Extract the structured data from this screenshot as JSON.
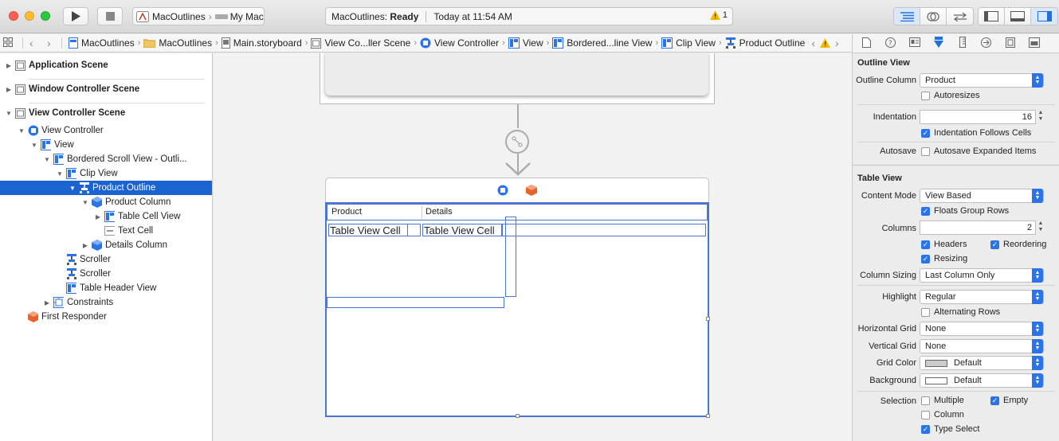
{
  "toolbar": {
    "scheme_app": "MacOutlines",
    "scheme_dest": "My Mac",
    "activity_app": "MacOutlines:",
    "activity_status": "Ready",
    "activity_time": "Today at 11:54 AM",
    "warning_count": "1"
  },
  "jumpbar": {
    "items": [
      "MacOutlines",
      "MacOutlines",
      "Main.storyboard",
      "View Co...ller Scene",
      "View Controller",
      "View",
      "Bordered...line View",
      "Clip View",
      "Product Outline"
    ]
  },
  "outline": {
    "rows": [
      {
        "label": "Application Scene"
      },
      {
        "label": "Window Controller Scene"
      },
      {
        "label": "View Controller Scene"
      },
      {
        "label": "View Controller"
      },
      {
        "label": "View"
      },
      {
        "label": "Bordered Scroll View - Outli..."
      },
      {
        "label": "Clip View"
      },
      {
        "label": "Product Outline"
      },
      {
        "label": "Product Column"
      },
      {
        "label": "Table Cell View"
      },
      {
        "label": "Text Cell"
      },
      {
        "label": "Details Column"
      },
      {
        "label": "Scroller"
      },
      {
        "label": "Scroller"
      },
      {
        "label": "Table Header View"
      },
      {
        "label": "Constraints"
      },
      {
        "label": "First Responder"
      }
    ]
  },
  "canvas": {
    "header_product": "Product",
    "header_details": "Details",
    "cell1": "Table View Cell",
    "cell2": "Table View Cell"
  },
  "inspector": {
    "outline_view_title": "Outline View",
    "outline_column_label": "Outline Column",
    "outline_column_value": "Product",
    "autoresizes": "Autoresizes",
    "indentation_label": "Indentation",
    "indentation_value": "16",
    "indent_follows": "Indentation Follows Cells",
    "autosave_label": "Autosave",
    "autosave_expanded": "Autosave Expanded Items",
    "table_view_title": "Table View",
    "content_mode_label": "Content Mode",
    "content_mode_value": "View Based",
    "floats_group_rows": "Floats Group Rows",
    "columns_label": "Columns",
    "columns_value": "2",
    "headers": "Headers",
    "reordering": "Reordering",
    "resizing": "Resizing",
    "column_sizing_label": "Column Sizing",
    "column_sizing_value": "Last Column Only",
    "highlight_label": "Highlight",
    "highlight_value": "Regular",
    "alternating_rows": "Alternating Rows",
    "hgrid_label": "Horizontal Grid",
    "hgrid_value": "None",
    "vgrid_label": "Vertical Grid",
    "vgrid_value": "None",
    "grid_color_label": "Grid Color",
    "grid_color_value": "Default",
    "background_label": "Background",
    "background_value": "Default",
    "selection_label": "Selection",
    "multiple": "Multiple",
    "empty": "Empty",
    "column": "Column",
    "type_select": "Type Select"
  }
}
